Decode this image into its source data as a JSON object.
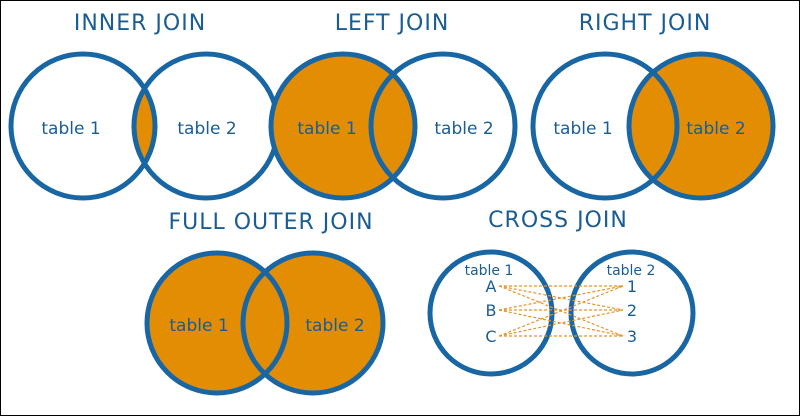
{
  "colors": {
    "stroke": "#1866a4",
    "fill": "#e38d05",
    "text": "#1a5d93",
    "line": "#e8932a",
    "background": "#ffffff"
  },
  "joins": {
    "inner": {
      "title": "INNER JOIN",
      "left_label": "table 1",
      "right_label": "table 2",
      "highlight": "intersection"
    },
    "left": {
      "title": "LEFT JOIN",
      "left_label": "table 1",
      "right_label": "table 2",
      "highlight": "left"
    },
    "right": {
      "title": "RIGHT JOIN",
      "left_label": "table 1",
      "right_label": "table 2",
      "highlight": "right"
    },
    "full": {
      "title": "FULL OUTER JOIN",
      "left_label": "table 1",
      "right_label": "table 2",
      "highlight": "both"
    },
    "cross": {
      "title": "CROSS JOIN",
      "left_label": "table 1",
      "right_label": "table 2",
      "left_rows": [
        "A",
        "B",
        "C"
      ],
      "right_rows": [
        "1",
        "2",
        "3"
      ]
    }
  }
}
